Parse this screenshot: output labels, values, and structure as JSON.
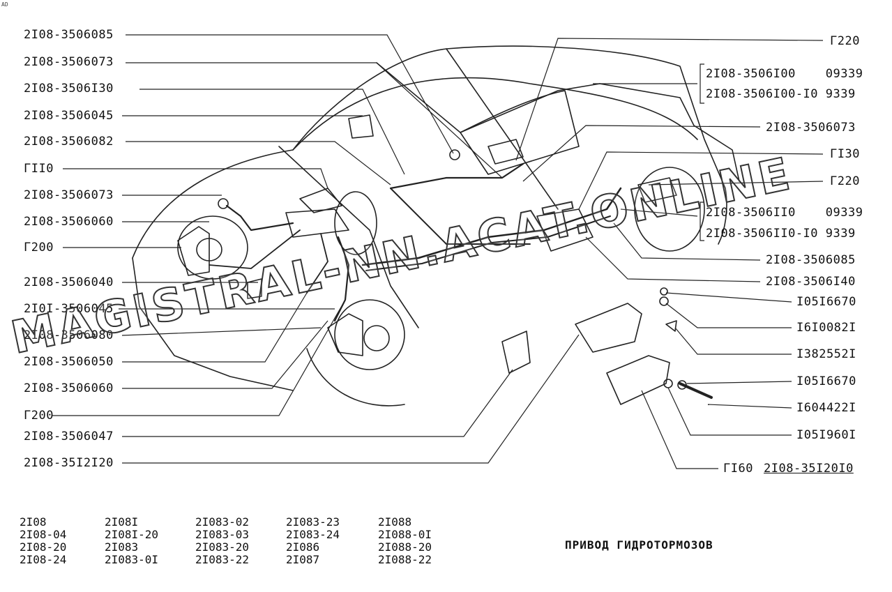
{
  "corner_mark": "AD",
  "title": "ПРИВОД ГИДРОТОРМОЗОВ",
  "watermark": "MAGISTRAL-NN.ACAT.ONLINE",
  "left_labels": [
    "2I08-3506085",
    "2I08-3506073",
    "2I08-3506I30",
    "2I08-3506045",
    "2I08-3506082",
    "ГII0",
    "2I08-3506073",
    "2I08-3506060",
    "Г200",
    "2I08-3506040",
    "2I0I-3506045",
    "2I08-3506080",
    "2I08-3506050",
    "2I08-3506060",
    "Г200",
    "2I08-3506047",
    "2I08-35I2I20"
  ],
  "right_labels": [
    "Г220",
    "2I08-3506I00    09339",
    "2I08-3506I00-I0 9339",
    "2I08-3506073",
    "ГI30",
    "Г220",
    "2I08-3506II0    09339",
    "2I08-3506II0-I0 9339",
    "2I08-3506085",
    "2I08-3506I40",
    "I05I6670",
    "I6I0082I",
    "I382552I",
    "I05I6670",
    "I604422I",
    "I05I960I",
    "ГI60"
  ],
  "assembly_code": "2I08-35I20I0",
  "models": [
    [
      "2I08",
      "2I08-04",
      "2I08-20",
      "2I08-24"
    ],
    [
      "2I08I",
      "2I08I-20",
      "2I083",
      "2I083-0I"
    ],
    [
      "2I083-02",
      "2I083-03",
      "2I083-20",
      "2I083-22"
    ],
    [
      "2I083-23",
      "2I083-24",
      "2I086",
      "2I087"
    ],
    [
      "2I088",
      "2I088-0I",
      "2I088-20",
      "2I088-22"
    ]
  ]
}
